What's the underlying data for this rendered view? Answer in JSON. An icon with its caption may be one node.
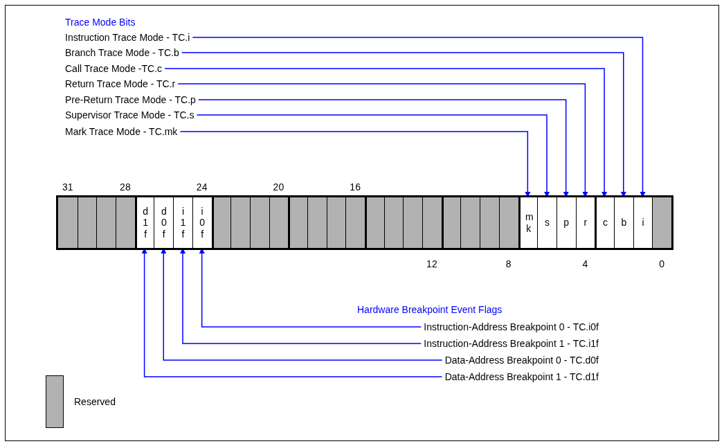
{
  "diagram": {
    "nodes": [
      {
        "text": [
          "Instruction Trace Mode - TC.i"
        ]
      },
      {
        "text": [
          "Branch Trace Mode - TC.b"
        ]
      },
      {
        "text": [
          "Call Trace Mode -TC.c"
        ]
      },
      {
        "text": [
          "Return Trace Mode - TC.r"
        ]
      },
      {
        "text": [
          "Pre-Return Trace Mode - TC.p"
        ]
      },
      {
        "text": [
          "Supervisor Trace Mode - TC.s"
        ]
      },
      {
        "text": [
          "Mark Trace Mode - TC.mk"
        ]
      },
      {
        "text": [],
        "shape": "box"
      },
      {
        "text": [],
        "shape": "box"
      },
      {
        "text": [],
        "shape": "box"
      },
      {
        "text": [],
        "shape": "box"
      },
      {
        "text": [
          "d1f"
        ]
      },
      {
        "text": [
          "d0f"
        ]
      },
      {
        "text": [
          "i1f"
        ]
      },
      {
        "text": [
          "i0f"
        ]
      },
      {
        "text": [],
        "shape": "box"
      },
      {
        "text": [],
        "shape": "box"
      },
      {
        "text": [],
        "shape": "box"
      },
      {
        "text": [],
        "shape": "box"
      },
      {
        "text": [],
        "shape": "box"
      },
      {
        "text": [],
        "shape": "box"
      },
      {
        "text": [],
        "shape": "box"
      },
      {
        "text": [],
        "shape": "box"
      },
      {
        "text": [],
        "shape": "box"
      },
      {
        "text": [],
        "shape": "box"
      },
      {
        "text": [],
        "shape": "box"
      },
      {
        "text": [],
        "shape": "box"
      },
      {
        "text": [],
        "shape": "box"
      },
      {
        "text": [],
        "shape": "box"
      },
      {
        "text": [],
        "shape": "box"
      },
      {
        "text": [],
        "shape": "box"
      },
      {
        "text": [
          "mk"
        ]
      },
      {
        "text": [
          "s"
        ]
      },
      {
        "text": [
          "p"
        ]
      },
      {
        "text": [
          "r"
        ]
      },
      {
        "text": [
          "c"
        ]
      },
      {
        "text": [
          "b"
        ]
      },
      {
        "text": [
          "i"
        ]
      },
      {
        "text": [],
        "shape": "box"
      },
      {
        "text": [
          "Instruction-Address Breakpoint 0 - TC.i0f"
        ]
      },
      {
        "text": [
          "Instruction-Address Breakpoint 1 - TC.i1f"
        ]
      },
      {
        "text": [
          "Data-Address Breakpoint 0 - TC.d0f"
        ]
      },
      {
        "text": [
          "Data-Address Breakpoint 1 - TC.d1f"
        ]
      }
    ],
    "edges": [
      {
        "from": 0,
        "to": 37,
        "arrow": "to"
      },
      {
        "from": 1,
        "to": 36,
        "arrow": "to"
      },
      {
        "from": 2,
        "to": 35,
        "arrow": "to"
      },
      {
        "from": 3,
        "to": 34,
        "arrow": "to"
      },
      {
        "from": 4,
        "to": 33,
        "arrow": "to"
      },
      {
        "from": 5,
        "to": 32,
        "arrow": "to"
      },
      {
        "from": 6,
        "to": 31,
        "arrow": "to"
      },
      {
        "from": 39,
        "to": 14,
        "arrow": "to"
      },
      {
        "from": 40,
        "to": 13,
        "arrow": "to"
      },
      {
        "from": 41,
        "to": 12,
        "arrow": "to"
      },
      {
        "from": 42,
        "to": 11,
        "arrow": "to"
      }
    ],
    "labels": [
      "Trace Mode Bits",
      "31",
      "28",
      "24",
      "20",
      "16",
      "12",
      "8",
      "4",
      "0",
      "Hardware Breakpoint Event Flags"
    ],
    "legend": [
      {
        "text": "Reserved",
        "color": "#b2b2b2"
      }
    ]
  }
}
